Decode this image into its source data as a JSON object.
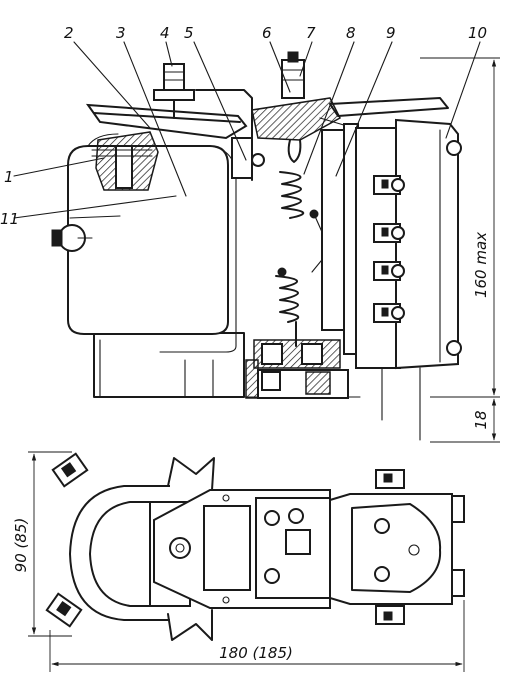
{
  "callouts": [
    "1",
    "2",
    "3",
    "4",
    "5",
    "6",
    "7",
    "8",
    "9",
    "10",
    "11"
  ],
  "dimensions": {
    "height_max": "160 max",
    "height_base": "18",
    "width_bottom": "180 (185)",
    "depth_left": "90 (85)"
  }
}
